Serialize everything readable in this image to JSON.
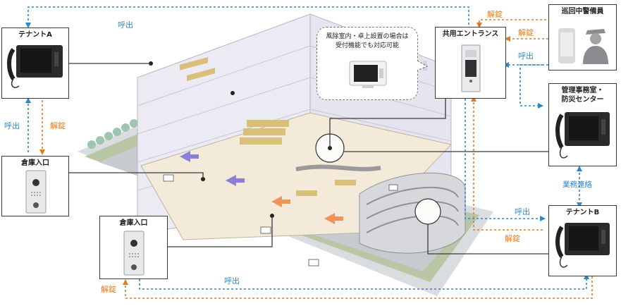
{
  "colors": {
    "call": "#2f86c6",
    "unlock": "#e07b24",
    "line": "#3a3a3a"
  },
  "boxes": {
    "tenant_a": "テナントA",
    "warehouse_entrance_left": "倉庫入口",
    "warehouse_entrance_bottom": "倉庫入口",
    "shared_entrance": "共用エントランス",
    "guard": "巡回中警備員",
    "management": [
      "管理事務室・",
      "防災センター"
    ],
    "tenant_b": "テナントB"
  },
  "bubble": [
    "風除室内・卓上設置の場合は",
    "受付機能でも対応可能"
  ],
  "labels": {
    "call": "呼出",
    "unlock": "解錠",
    "business_contact": "業務連絡"
  },
  "icons": [
    "intercom-monitor-icon",
    "door-station-icon",
    "smartphone-icon",
    "security-guard-icon",
    "tabletop-monitor-icon",
    "entrance-panel-icon",
    "warehouse-illustration"
  ]
}
